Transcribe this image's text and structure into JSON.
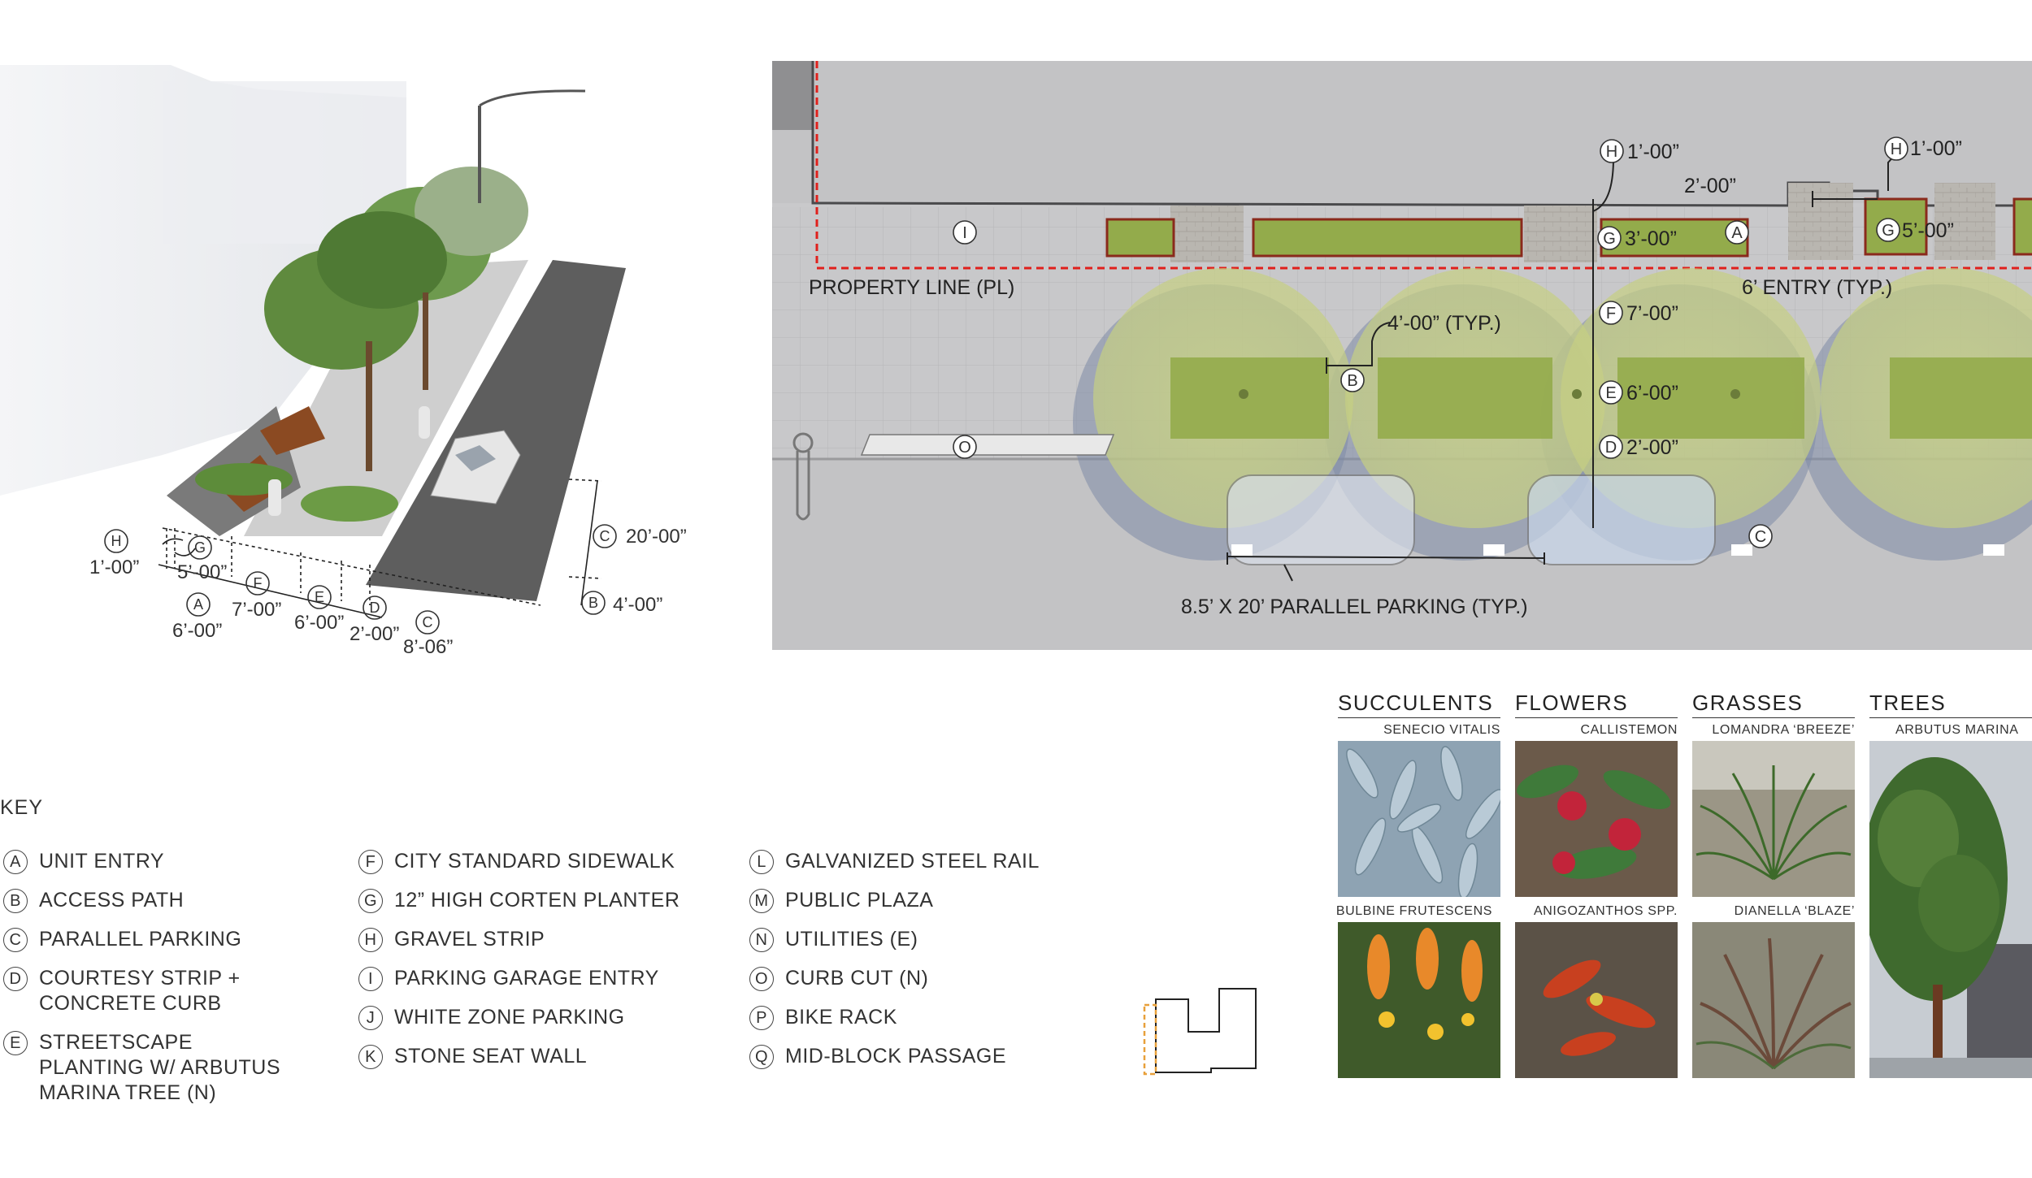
{
  "perspective": {
    "dims": {
      "h": "1’-00”",
      "g": "5’-00”",
      "f": "7’-00”",
      "a": "6’-00”",
      "e": "6’-00”",
      "d": "2’-00”",
      "c_width": "8’-06”",
      "c_length": "20’-00”",
      "b": "4’-00”"
    },
    "letters": {
      "h": "H",
      "g": "G",
      "f": "F",
      "a": "A",
      "e": "E",
      "d": "D",
      "c": "C",
      "c2": "C",
      "b": "B"
    }
  },
  "plan": {
    "property_line": "PROPERTY LINE (PL)",
    "entry_note": "6’ ENTRY (TYP.)",
    "planter_width_note": "4’-00” (TYP.)",
    "parking_note": "8.5’  X 20’ PARALLEL PARKING (TYP.)",
    "dims": {
      "h1": "1’-00”",
      "h2": "1’-00”",
      "two": "2’-00”",
      "g1": "3’-00”",
      "g2": "5’-00”",
      "f": "7’-00”",
      "e": "6’-00”",
      "d": "2’-00”"
    },
    "letters": {
      "i": "I",
      "a": "A",
      "b": "B",
      "o": "O",
      "c": "C",
      "h": "H",
      "g": "G",
      "f": "F",
      "e": "E",
      "d": "D"
    }
  },
  "key": {
    "title": "KEY",
    "columns": [
      [
        {
          "letter": "A",
          "text": "UNIT ENTRY"
        },
        {
          "letter": "B",
          "text": "ACCESS PATH"
        },
        {
          "letter": "C",
          "text": "PARALLEL PARKING"
        },
        {
          "letter": "D",
          "text": "COURTESY STRIP +\nCONCRETE CURB"
        },
        {
          "letter": "E",
          "text": "STREETSCAPE\nPLANTING W/ ARBUTUS\nMARINA TREE (N)"
        }
      ],
      [
        {
          "letter": "F",
          "text": "CITY STANDARD SIDEWALK"
        },
        {
          "letter": "G",
          "text": "12” HIGH CORTEN PLANTER"
        },
        {
          "letter": "H",
          "text": "GRAVEL STRIP"
        },
        {
          "letter": "I",
          "text": "PARKING GARAGE ENTRY"
        },
        {
          "letter": "J",
          "text": "WHITE ZONE PARKING"
        },
        {
          "letter": "K",
          "text": "STONE SEAT WALL"
        }
      ],
      [
        {
          "letter": "L",
          "text": "GALVANIZED STEEL RAIL"
        },
        {
          "letter": "M",
          "text": "PUBLIC PLAZA"
        },
        {
          "letter": "N",
          "text": "UTILITIES (E)"
        },
        {
          "letter": "O",
          "text": "CURB CUT (N)"
        },
        {
          "letter": "P",
          "text": "BIKE RACK"
        },
        {
          "letter": "Q",
          "text": "MID-BLOCK PASSAGE"
        }
      ]
    ]
  },
  "plants": {
    "categories": [
      {
        "heading": "SUCCULENTS",
        "top_label": "SENECIO VITALIS",
        "bottom_label": "BULBINE FRUTESCENS"
      },
      {
        "heading": "FLOWERS",
        "top_label": "CALLISTEMON",
        "bottom_label": "ANIGOZANTHOS SPP."
      },
      {
        "heading": "GRASSES",
        "top_label": "LOMANDRA ‘BREEZE’",
        "bottom_label": "DIANELLA ‘BLAZE’"
      },
      {
        "heading": "TREES",
        "top_label": "ARBUTUS MARINA",
        "bottom_label": ""
      }
    ]
  },
  "colors": {
    "property_line": "#e0201c",
    "planter_edge": "#8a2a1c",
    "planting": "#8fa846",
    "plan_bg": "#c9c9cb",
    "road": "#6a6a6a"
  }
}
